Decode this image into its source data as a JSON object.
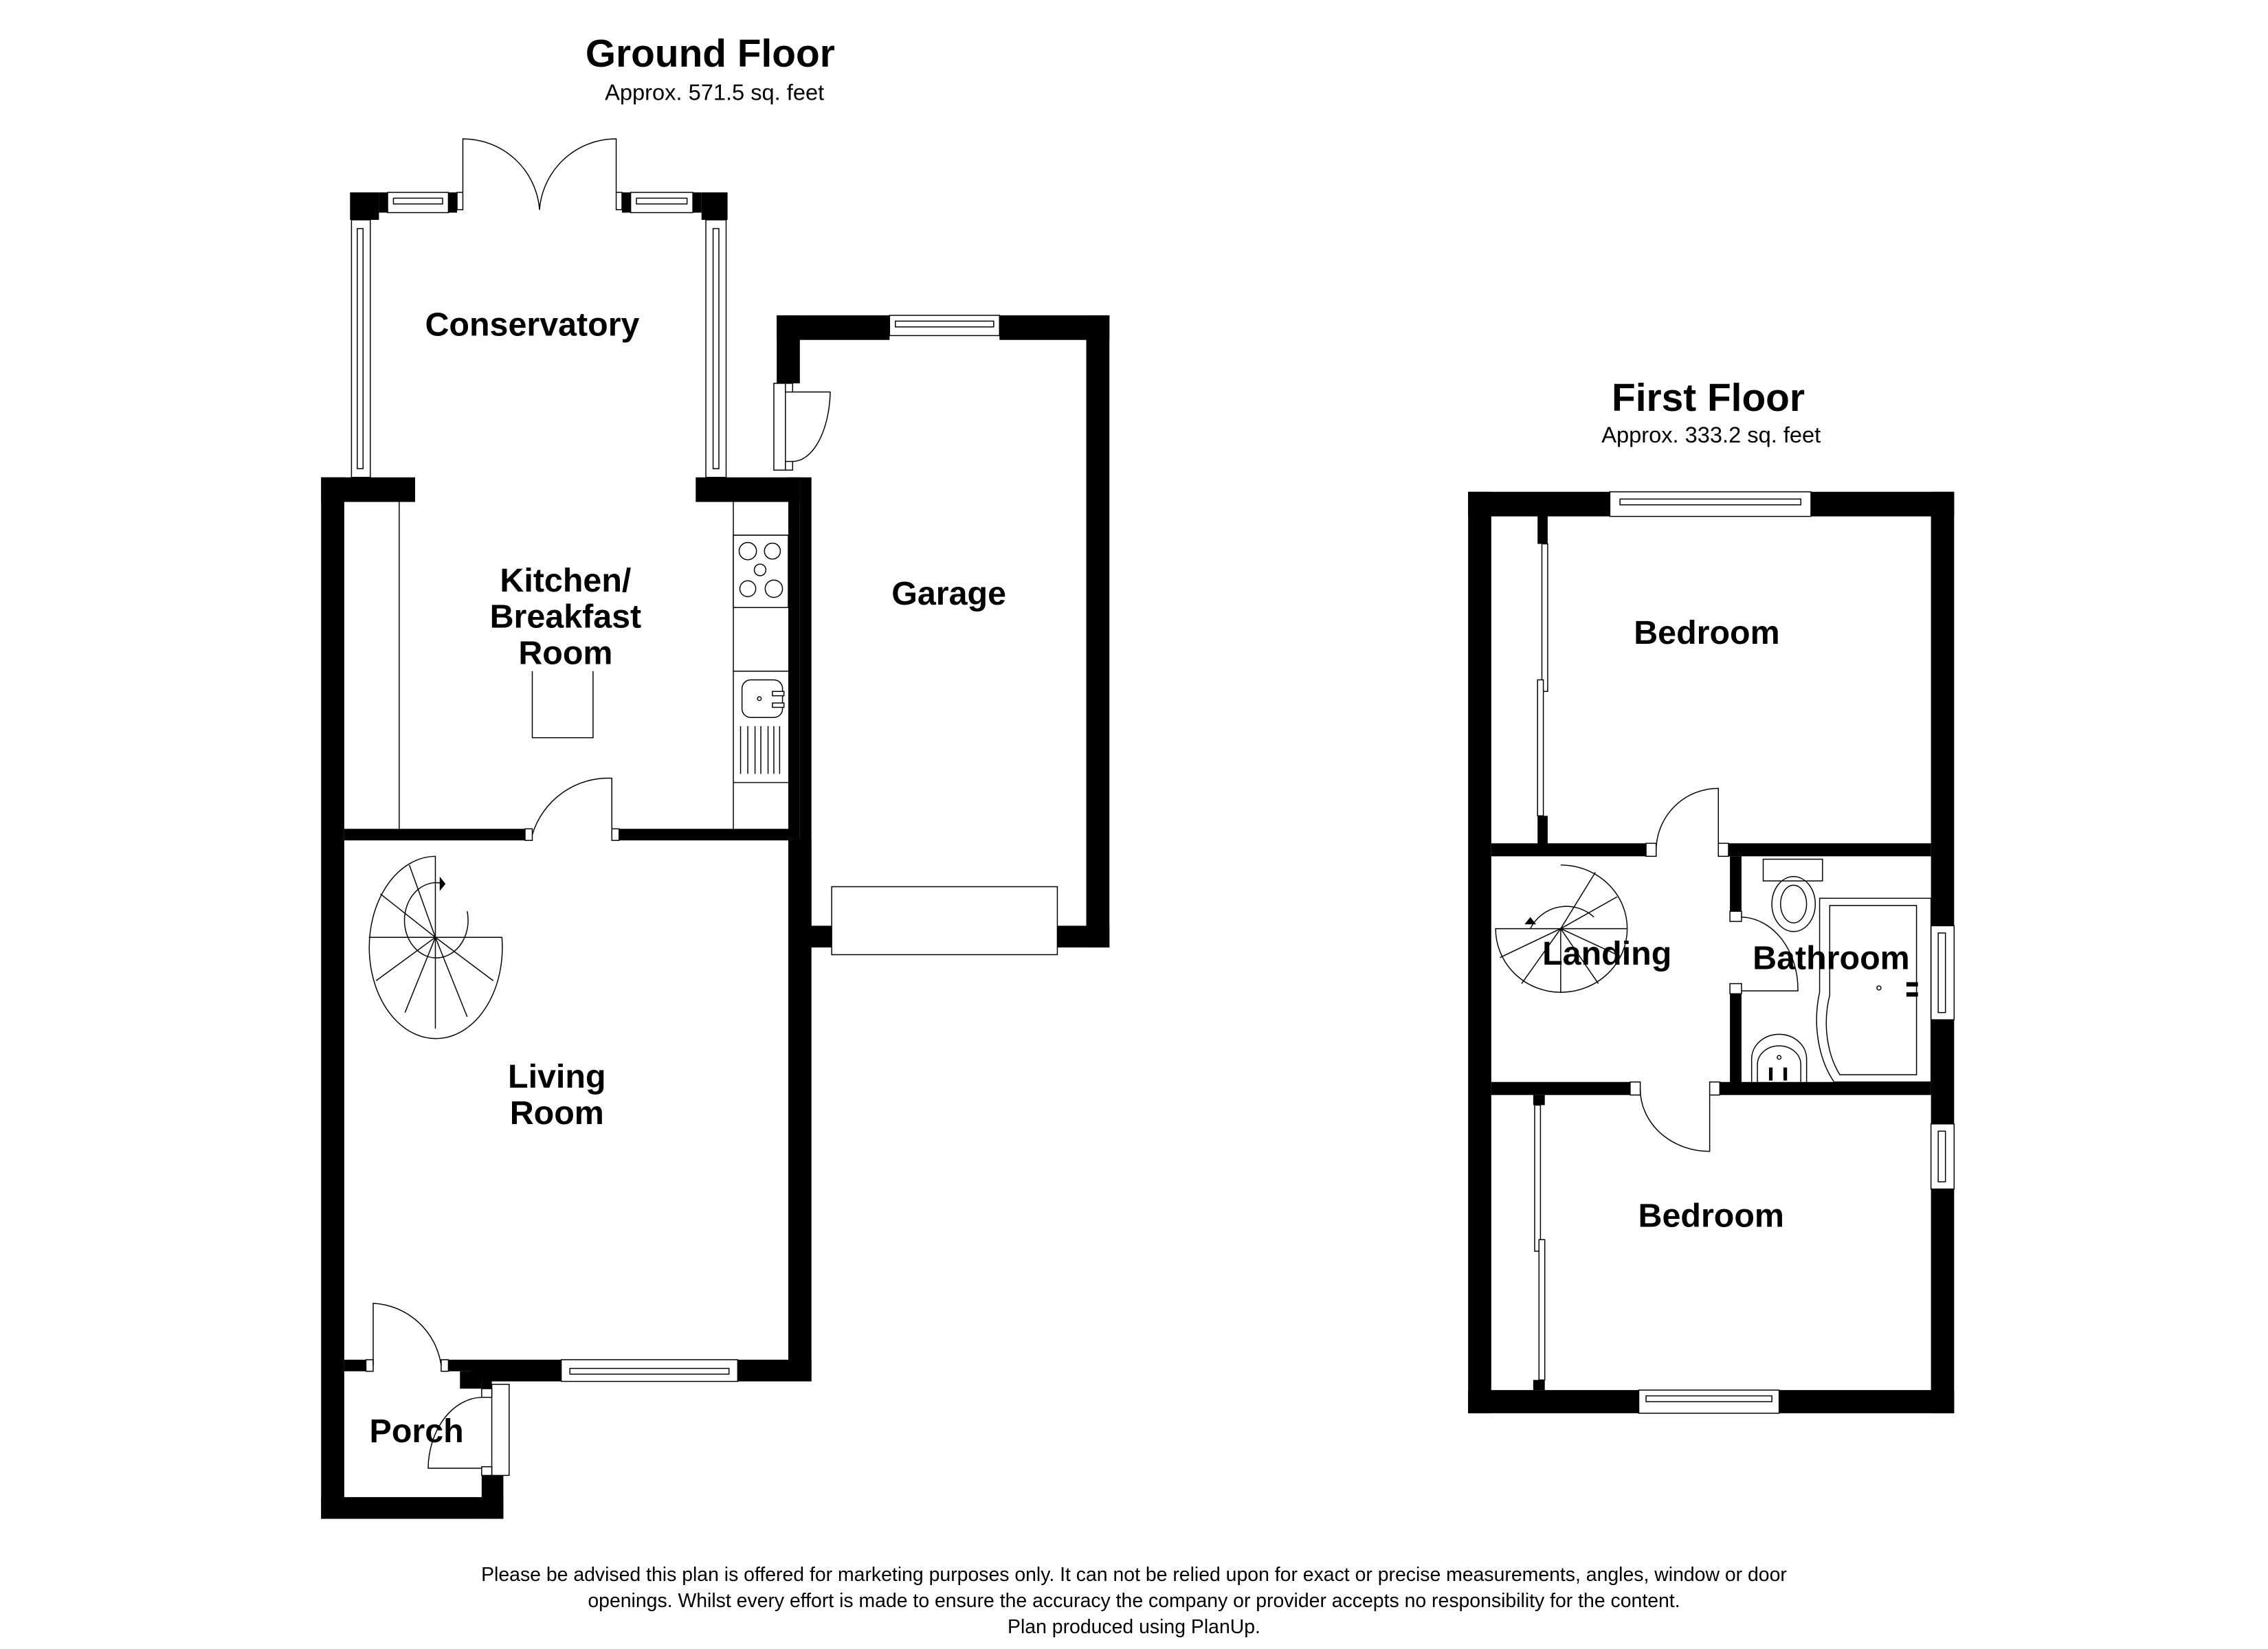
{
  "ground_floor": {
    "title": "Ground Floor",
    "area": "Approx. 571.5 sq. feet",
    "rooms": {
      "conservatory": "Conservatory",
      "kitchen_line1": "Kitchen/",
      "kitchen_line2": "Breakfast",
      "kitchen_line3": "Room",
      "garage": "Garage",
      "living_line1": "Living",
      "living_line2": "Room",
      "porch": "Porch"
    }
  },
  "first_floor": {
    "title": "First Floor",
    "area": "Approx. 333.2 sq. feet",
    "rooms": {
      "bedroom1": "Bedroom",
      "landing": "Landing",
      "bathroom": "Bathroom",
      "bedroom2": "Bedroom"
    }
  },
  "disclaimer": {
    "line1": "Please be advised this plan is offered for marketing purposes only. It can not be relied upon for exact or precise measurements, angles, window or door",
    "line2": "openings. Whilst every effort is made to ensure the accuracy the company or provider accepts no responsibility for the content.",
    "line3": "Plan produced using PlanUp."
  },
  "colors": {
    "wall": "#000000",
    "background": "#ffffff"
  }
}
